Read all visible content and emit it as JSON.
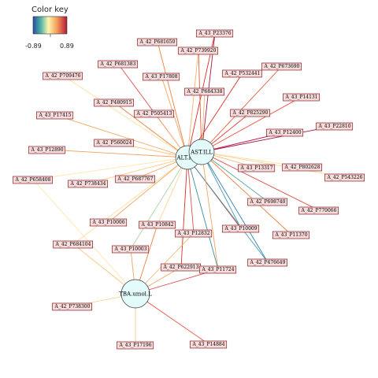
{
  "color_key": {
    "title": "Color key",
    "min_label": "-0.89",
    "max_label": "0.89"
  },
  "hubs": [
    {
      "id": "alt",
      "label": "ALT.ILL"
    },
    {
      "id": "ast",
      "label": "AST.ILL"
    },
    {
      "id": "tba",
      "label": "TBA.umol.L"
    }
  ],
  "nodes": [
    {
      "id": "n1",
      "label": "A_43_P23376"
    },
    {
      "id": "n2",
      "label": "A_42_P681650"
    },
    {
      "id": "n3",
      "label": "A_42_P739920"
    },
    {
      "id": "n4",
      "label": "A_42_P681383"
    },
    {
      "id": "n5",
      "label": "A_42_P532441"
    },
    {
      "id": "n6",
      "label": "A_42_P673690"
    },
    {
      "id": "n7",
      "label": "A_42_P709476"
    },
    {
      "id": "n8",
      "label": "A_43_P17808"
    },
    {
      "id": "n9",
      "label": "A_42_P684338"
    },
    {
      "id": "n10",
      "label": "A_43_P14131"
    },
    {
      "id": "n11",
      "label": "A_42_P480915"
    },
    {
      "id": "n12",
      "label": "A_43_P17415"
    },
    {
      "id": "n13",
      "label": "A_42_P505413"
    },
    {
      "id": "n14",
      "label": "A_42_P825290"
    },
    {
      "id": "n15",
      "label": "A_43_P22810"
    },
    {
      "id": "n16",
      "label": "A_43_P12400"
    },
    {
      "id": "n17",
      "label": "A_42_P560024"
    },
    {
      "id": "n18",
      "label": "A_43_P12890"
    },
    {
      "id": "n19",
      "label": "A_43_P13317"
    },
    {
      "id": "n20",
      "label": "A_42_P802628"
    },
    {
      "id": "n21",
      "label": "A_42_P543226"
    },
    {
      "id": "n22",
      "label": "A_42_P658408"
    },
    {
      "id": "n23",
      "label": "A_42_P738434"
    },
    {
      "id": "n24",
      "label": "A_42_P687767"
    },
    {
      "id": "n25",
      "label": "A_42_P698740"
    },
    {
      "id": "n26",
      "label": "A_42_P770066"
    },
    {
      "id": "n27",
      "label": "A_43_P10006"
    },
    {
      "id": "n28",
      "label": "A_43_P10842"
    },
    {
      "id": "n29",
      "label": "A_43_P10009"
    },
    {
      "id": "n30",
      "label": "A_43_P11370"
    },
    {
      "id": "n31",
      "label": "A_43_P12832"
    },
    {
      "id": "n32",
      "label": "A_42_P684104"
    },
    {
      "id": "n33",
      "label": "A_43_P10003"
    },
    {
      "id": "n34",
      "label": "A_42_P476649"
    },
    {
      "id": "n35",
      "label": "A_42_P622913"
    },
    {
      "id": "n36",
      "label": "A_43_P11724"
    },
    {
      "id": "n37",
      "label": "A_42_P738300"
    },
    {
      "id": "n38",
      "label": "A_43_P17196"
    },
    {
      "id": "n39",
      "label": "A_43_P14884"
    }
  ],
  "edges": [
    {
      "from": "ast",
      "to": "n1",
      "color": "#a3184a"
    },
    {
      "from": "alt",
      "to": "n1",
      "color": "#d73027"
    },
    {
      "from": "alt",
      "to": "n2",
      "color": "#f08040"
    },
    {
      "from": "alt",
      "to": "n3",
      "color": "#f6b26b"
    },
    {
      "from": "ast",
      "to": "n3",
      "color": "#e06040"
    },
    {
      "from": "alt",
      "to": "n4",
      "color": "#e05050"
    },
    {
      "from": "alt",
      "to": "n5",
      "color": "#d73027"
    },
    {
      "from": "ast",
      "to": "n6",
      "color": "#e65a3a"
    },
    {
      "from": "alt",
      "to": "n7",
      "color": "#fde0a0"
    },
    {
      "from": "alt",
      "to": "n8",
      "color": "#f4a460"
    },
    {
      "from": "ast",
      "to": "n9",
      "color": "#f6b26b"
    },
    {
      "from": "ast",
      "to": "n10",
      "color": "#e8503a"
    },
    {
      "from": "alt",
      "to": "n11",
      "color": "#f08040"
    },
    {
      "from": "alt",
      "to": "n12",
      "color": "#f4a460"
    },
    {
      "from": "alt",
      "to": "n13",
      "color": "#fdc580"
    },
    {
      "from": "ast",
      "to": "n14",
      "color": "#e0443a"
    },
    {
      "from": "ast",
      "to": "n15",
      "color": "#a3184a"
    },
    {
      "from": "ast",
      "to": "n16",
      "color": "#c02050"
    },
    {
      "from": "alt",
      "to": "n17",
      "color": "#fdc580"
    },
    {
      "from": "alt",
      "to": "n18",
      "color": "#f4a460"
    },
    {
      "from": "ast",
      "to": "n19",
      "color": "#f6b26b"
    },
    {
      "from": "ast",
      "to": "n20",
      "color": "#fde0a0"
    },
    {
      "from": "ast",
      "to": "n21",
      "color": "#fdd49e"
    },
    {
      "from": "alt",
      "to": "n22",
      "color": "#fde6b0"
    },
    {
      "from": "alt",
      "to": "n23",
      "color": "#fdc580"
    },
    {
      "from": "alt",
      "to": "n24",
      "color": "#f4a460"
    },
    {
      "from": "ast",
      "to": "n25",
      "color": "#5aa8a0"
    },
    {
      "from": "ast",
      "to": "n26",
      "color": "#e0443a"
    },
    {
      "from": "alt",
      "to": "n27",
      "color": "#f4a460"
    },
    {
      "from": "alt",
      "to": "n28",
      "color": "#fdd49e"
    },
    {
      "from": "alt",
      "to": "n29",
      "color": "#d73027"
    },
    {
      "from": "ast",
      "to": "n29",
      "color": "#4a9ab0"
    },
    {
      "from": "ast",
      "to": "n30",
      "color": "#f08040"
    },
    {
      "from": "alt",
      "to": "n31",
      "color": "#e05050"
    },
    {
      "from": "alt",
      "to": "n32",
      "color": "#fde0a0"
    },
    {
      "from": "alt",
      "to": "n33",
      "color": "#a8d8a0"
    },
    {
      "from": "ast",
      "to": "n34",
      "color": "#2c7fb8"
    },
    {
      "from": "alt",
      "to": "n34",
      "color": "#4a9ab0"
    },
    {
      "from": "alt",
      "to": "n35",
      "color": "#d73027"
    },
    {
      "from": "ast",
      "to": "n36",
      "color": "#f4a460"
    },
    {
      "from": "alt",
      "to": "n36",
      "color": "#3d8fa0"
    },
    {
      "from": "tba",
      "to": "n28",
      "color": "#f08040"
    },
    {
      "from": "tba",
      "to": "n32",
      "color": "#fdc580"
    },
    {
      "from": "tba",
      "to": "n33",
      "color": "#f4a460"
    },
    {
      "from": "tba",
      "to": "n36",
      "color": "#e05050"
    },
    {
      "from": "tba",
      "to": "n37",
      "color": "#fdd49e"
    },
    {
      "from": "tba",
      "to": "n38",
      "color": "#fdc580"
    },
    {
      "from": "tba",
      "to": "n39",
      "color": "#e8503a"
    },
    {
      "from": "tba",
      "to": "n31",
      "color": "#f6b26b"
    },
    {
      "from": "tba",
      "to": "n35",
      "color": "#f4a460"
    },
    {
      "from": "tba",
      "to": "n22",
      "color": "#fde6b0"
    }
  ]
}
